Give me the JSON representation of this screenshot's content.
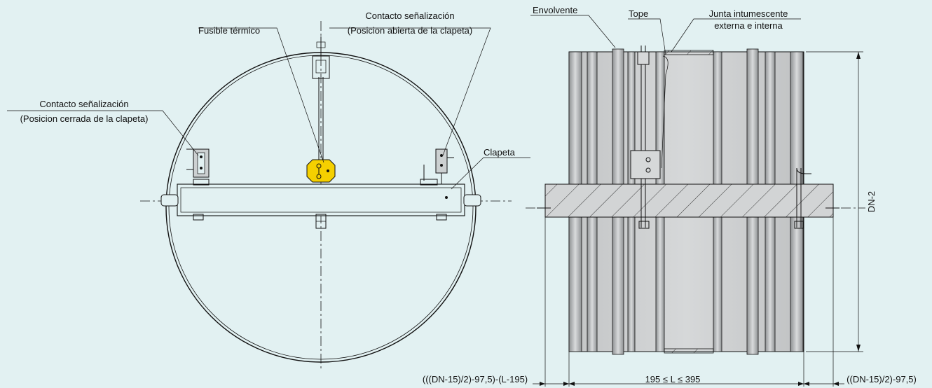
{
  "colors": {
    "background": "#e2f1f2",
    "fuse": "#f5d000",
    "body_light": "#d6d8d9",
    "body_dark": "#9c9fa1",
    "hatch_band": "#d2d4d5"
  },
  "labels": {
    "fusible": "Fusible térmico",
    "contacto_abierta_1": "Contacto señalización",
    "contacto_abierta_2": "(Posicion abierta de la clapeta)",
    "contacto_cerrada_1": "Contacto señalización",
    "contacto_cerrada_2": "(Posicion cerrada de la clapeta)",
    "clapeta": "Clapeta",
    "envolvente": "Envolvente",
    "tope": "Tope",
    "junta_1": "Junta intumescente",
    "junta_2": "externa e interna",
    "dn": "DN-2",
    "dim_left": "(((DN-15)/2)-97,5)-(L-195)",
    "dim_mid": "195 ≤ L ≤ 395",
    "dim_right": "((DN-15)/2)-97,5)"
  }
}
